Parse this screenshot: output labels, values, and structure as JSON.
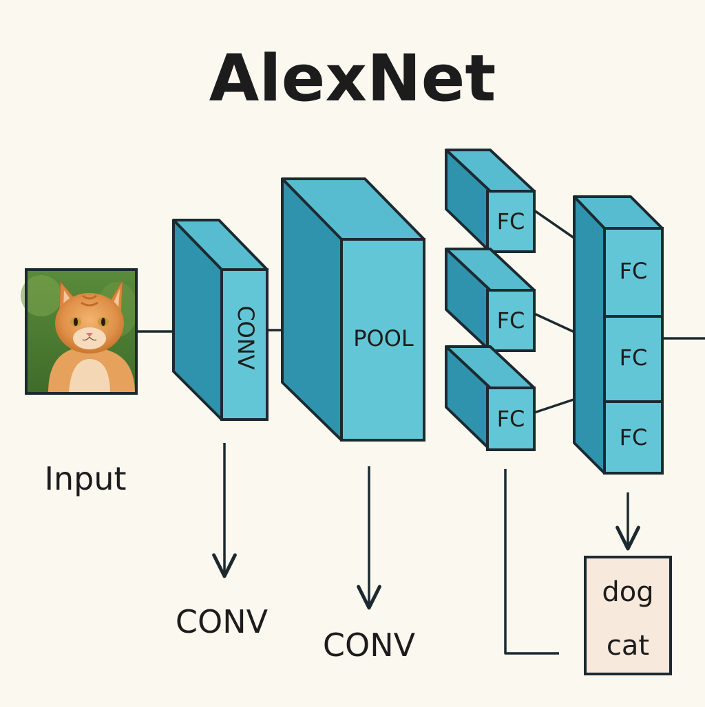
{
  "title": "AlexNet",
  "colors": {
    "background": "#fbf8f0",
    "block_front": "#63c6d6",
    "block_side": "#2f93ad",
    "block_top": "#57bccf",
    "stroke": "#1c2a30",
    "output_box": "#f7e9dc"
  },
  "input": {
    "label": "Input",
    "image_subject": "orange tabby cat on green background"
  },
  "blocks": {
    "conv": "CONV",
    "pool": "POOL",
    "fc_stack": [
      "FC",
      "FC",
      "FC"
    ],
    "fc_column": [
      "FC",
      "FC",
      "FC"
    ]
  },
  "below_labels": {
    "conv_a": "CONV",
    "conv_b": "CONV"
  },
  "output": {
    "classes": [
      "dog",
      "cat"
    ]
  }
}
